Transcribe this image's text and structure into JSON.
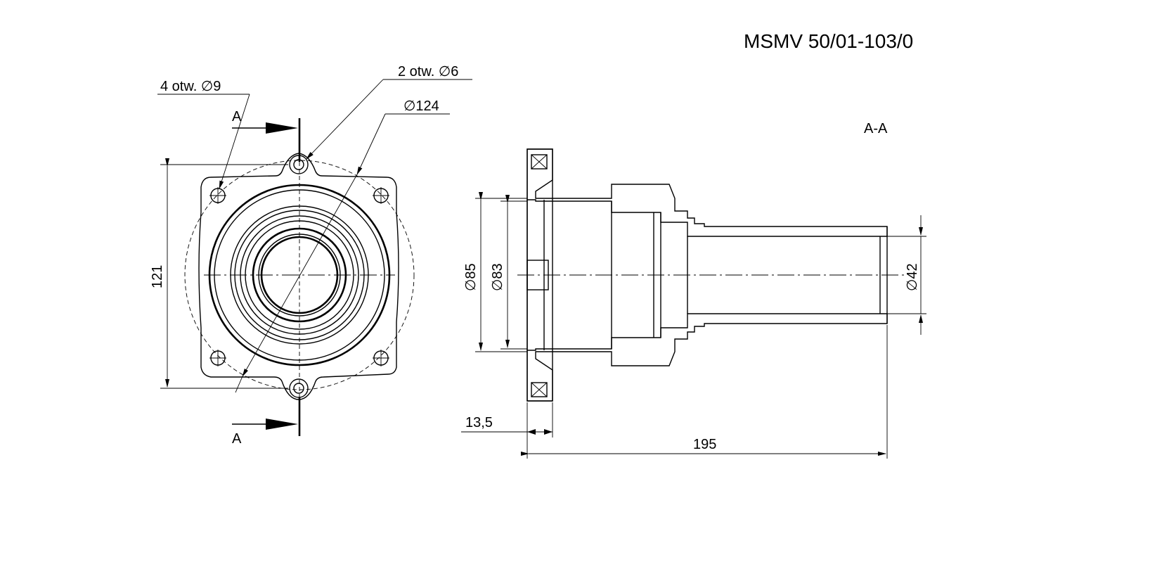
{
  "title": "MSMV 50/01-103/0",
  "section_label": "A-A",
  "front_view": {
    "cut_mark_top": "A",
    "cut_mark_bottom": "A",
    "holes_4": "4 otw. ∅9",
    "holes_2": "2 otw. ∅6",
    "bolt_circle": "∅124",
    "height_dim": "121"
  },
  "section_view": {
    "dim_outer": "∅85",
    "dim_inner": "∅83",
    "dim_tube": "∅42",
    "dim_flange": "13,5",
    "dim_length": "195"
  }
}
